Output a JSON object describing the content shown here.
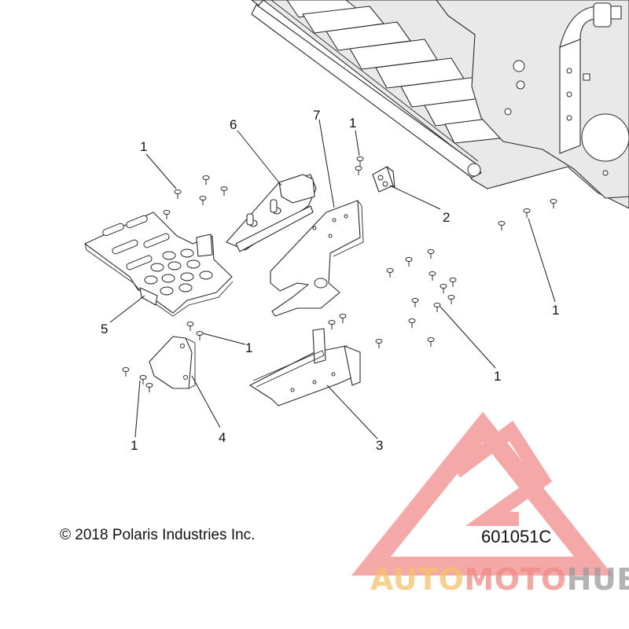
{
  "diagram": {
    "callouts": [
      "1",
      "1",
      "1",
      "1",
      "1",
      "1",
      "2",
      "3",
      "4",
      "5",
      "6",
      "7"
    ],
    "copyright": "© 2018 Polaris Industries Inc.",
    "part_number": "601051C"
  },
  "watermark": {
    "word_part1": "AUTO",
    "word_part2": "MOTO",
    "word_part3": "HUB",
    "color_part1": "#f5c26b",
    "color_part2": "#f08a84",
    "color_part3": "#9a9a9a",
    "logo_color": "#f07070"
  }
}
